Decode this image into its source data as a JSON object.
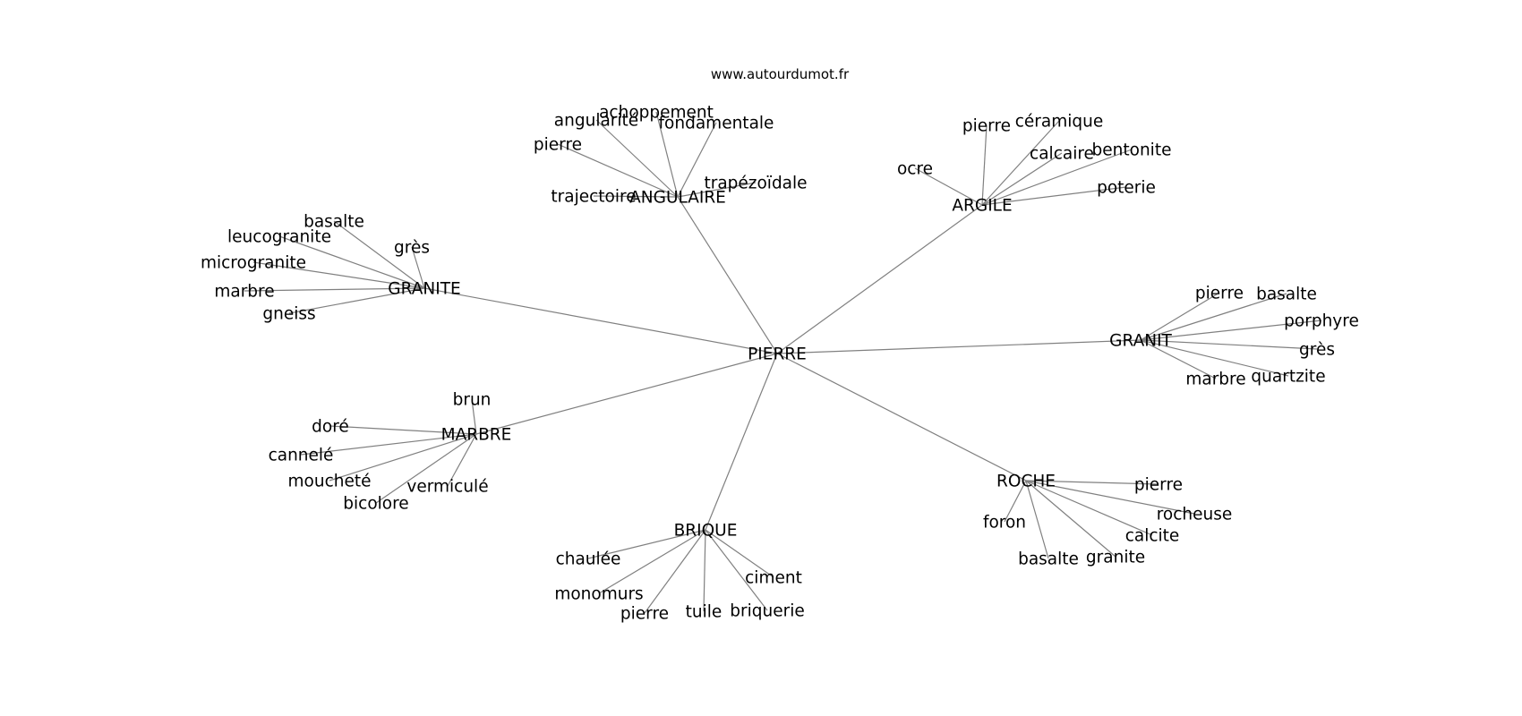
{
  "credit": "www.autourdumot.fr",
  "graph": {
    "edge_color": "#808080",
    "text_color": "#000000",
    "root": "PIERRE",
    "clusters": [
      {
        "label": "ANGULAIRE",
        "leaves": [
          "achoppement",
          "angularité",
          "fondamentale",
          "pierre",
          "trapézoïdale",
          "trajectoire"
        ]
      },
      {
        "label": "ARGILE",
        "leaves": [
          "pierre",
          "céramique",
          "calcaire",
          "bentonite",
          "ocre",
          "poterie"
        ]
      },
      {
        "label": "GRANITE",
        "leaves": [
          "basalte",
          "leucogranite",
          "grès",
          "microgranite",
          "marbre",
          "gneiss"
        ]
      },
      {
        "label": "GRANIT",
        "leaves": [
          "pierre",
          "basalte",
          "porphyre",
          "grès",
          "marbre",
          "quartzite"
        ]
      },
      {
        "label": "MARBRE",
        "leaves": [
          "brun",
          "doré",
          "cannelé",
          "moucheté",
          "vermiculé",
          "bicolore"
        ]
      },
      {
        "label": "ROCHE",
        "leaves": [
          "pierre",
          "rocheuse",
          "foron",
          "calcite",
          "basalte",
          "granite"
        ]
      },
      {
        "label": "BRIQUE",
        "leaves": [
          "chaulée",
          "ciment",
          "monomurs",
          "pierre",
          "tuile",
          "briquerie"
        ]
      }
    ]
  }
}
